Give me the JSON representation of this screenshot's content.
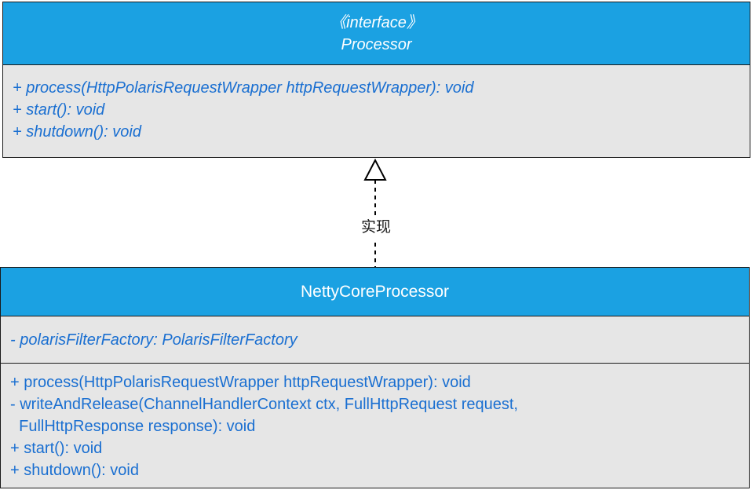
{
  "interface_class": {
    "stereotype": "《interface》",
    "name": "Processor",
    "methods": [
      "+ process(HttpPolarisRequestWrapper httpRequestWrapper): void",
      "+ start(): void",
      "+ shutdown(): void"
    ]
  },
  "relation": {
    "label": "实现",
    "type": "realization"
  },
  "impl_class": {
    "name": "NettyCoreProcessor",
    "fields": [
      "- polarisFilterFactory: PolarisFilterFactory"
    ],
    "methods": [
      "+ process(HttpPolarisRequestWrapper httpRequestWrapper): void",
      "- writeAndRelease(ChannelHandlerContext ctx, FullHttpRequest request,",
      "  FullHttpResponse response): void",
      "+ start(): void",
      "+ shutdown(): void"
    ]
  },
  "colors": {
    "header_fill": "#1ba1e2",
    "body_fill": "#e6e6e6",
    "member_text": "#1a6fd1"
  }
}
